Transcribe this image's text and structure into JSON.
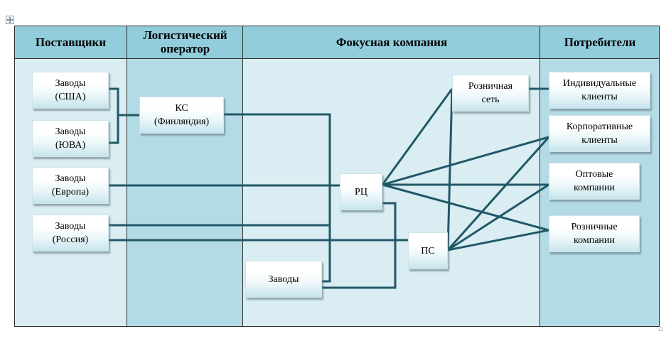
{
  "columns": {
    "suppliers": "Поставщики",
    "logistics": "Логистический\nоператор",
    "focus": "Фокусная компания",
    "consumers": "Потребители"
  },
  "nodes": {
    "plants_usa": "Заводы\n(США)",
    "plants_sea": "Заводы\n(ЮВА)",
    "plants_europe": "Заводы\n(Европа)",
    "plants_russia": "Заводы\n(Россия)",
    "ks": "КС\n(Финляндия)",
    "rc": "РЦ",
    "ps": "ПС",
    "plants": "Заводы",
    "retail_chain": "Розничная\nсеть",
    "individual": "Индивидуальные\nклиенты",
    "corporate": "Корпоративные\nклиенты",
    "wholesale": "Оптовые\nкомпании",
    "retail_companies": "Розничные\nкомпании"
  },
  "colors": {
    "connector": "#215868",
    "header_fill": "#92cddc",
    "column_light": "#d9edf2",
    "column_dark": "#b3dbe5",
    "border": "#2b2b2b"
  },
  "icons": [
    "move-handle-icon"
  ]
}
